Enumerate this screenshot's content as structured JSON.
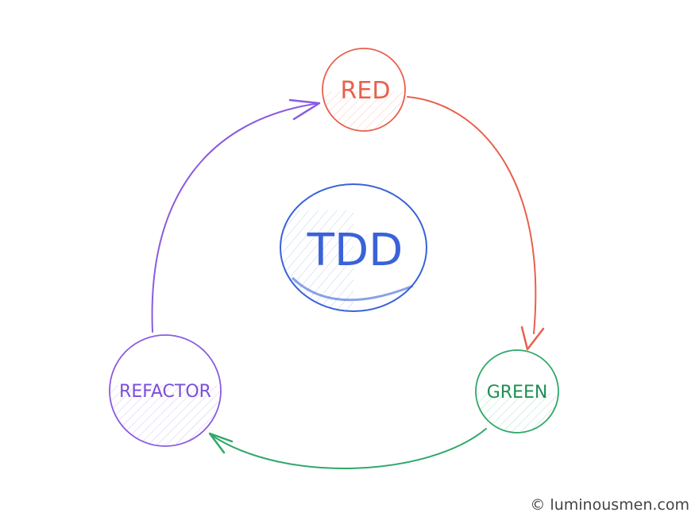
{
  "diagram": {
    "center": {
      "label": "TDD",
      "color": "#3a62d8"
    },
    "nodes": [
      {
        "id": "red",
        "label": "RED",
        "color": "#e8604c"
      },
      {
        "id": "green",
        "label": "GREEN",
        "color": "#2fa86a"
      },
      {
        "id": "refactor",
        "label": "REFACTOR",
        "color": "#8a5ce0"
      }
    ],
    "edges": [
      {
        "from": "red",
        "to": "green",
        "color": "#e8604c"
      },
      {
        "from": "green",
        "to": "refactor",
        "color": "#2fa86a"
      },
      {
        "from": "refactor",
        "to": "red",
        "color": "#8a5ce0"
      }
    ]
  },
  "watermark": {
    "text": "© luminousmen.com"
  }
}
